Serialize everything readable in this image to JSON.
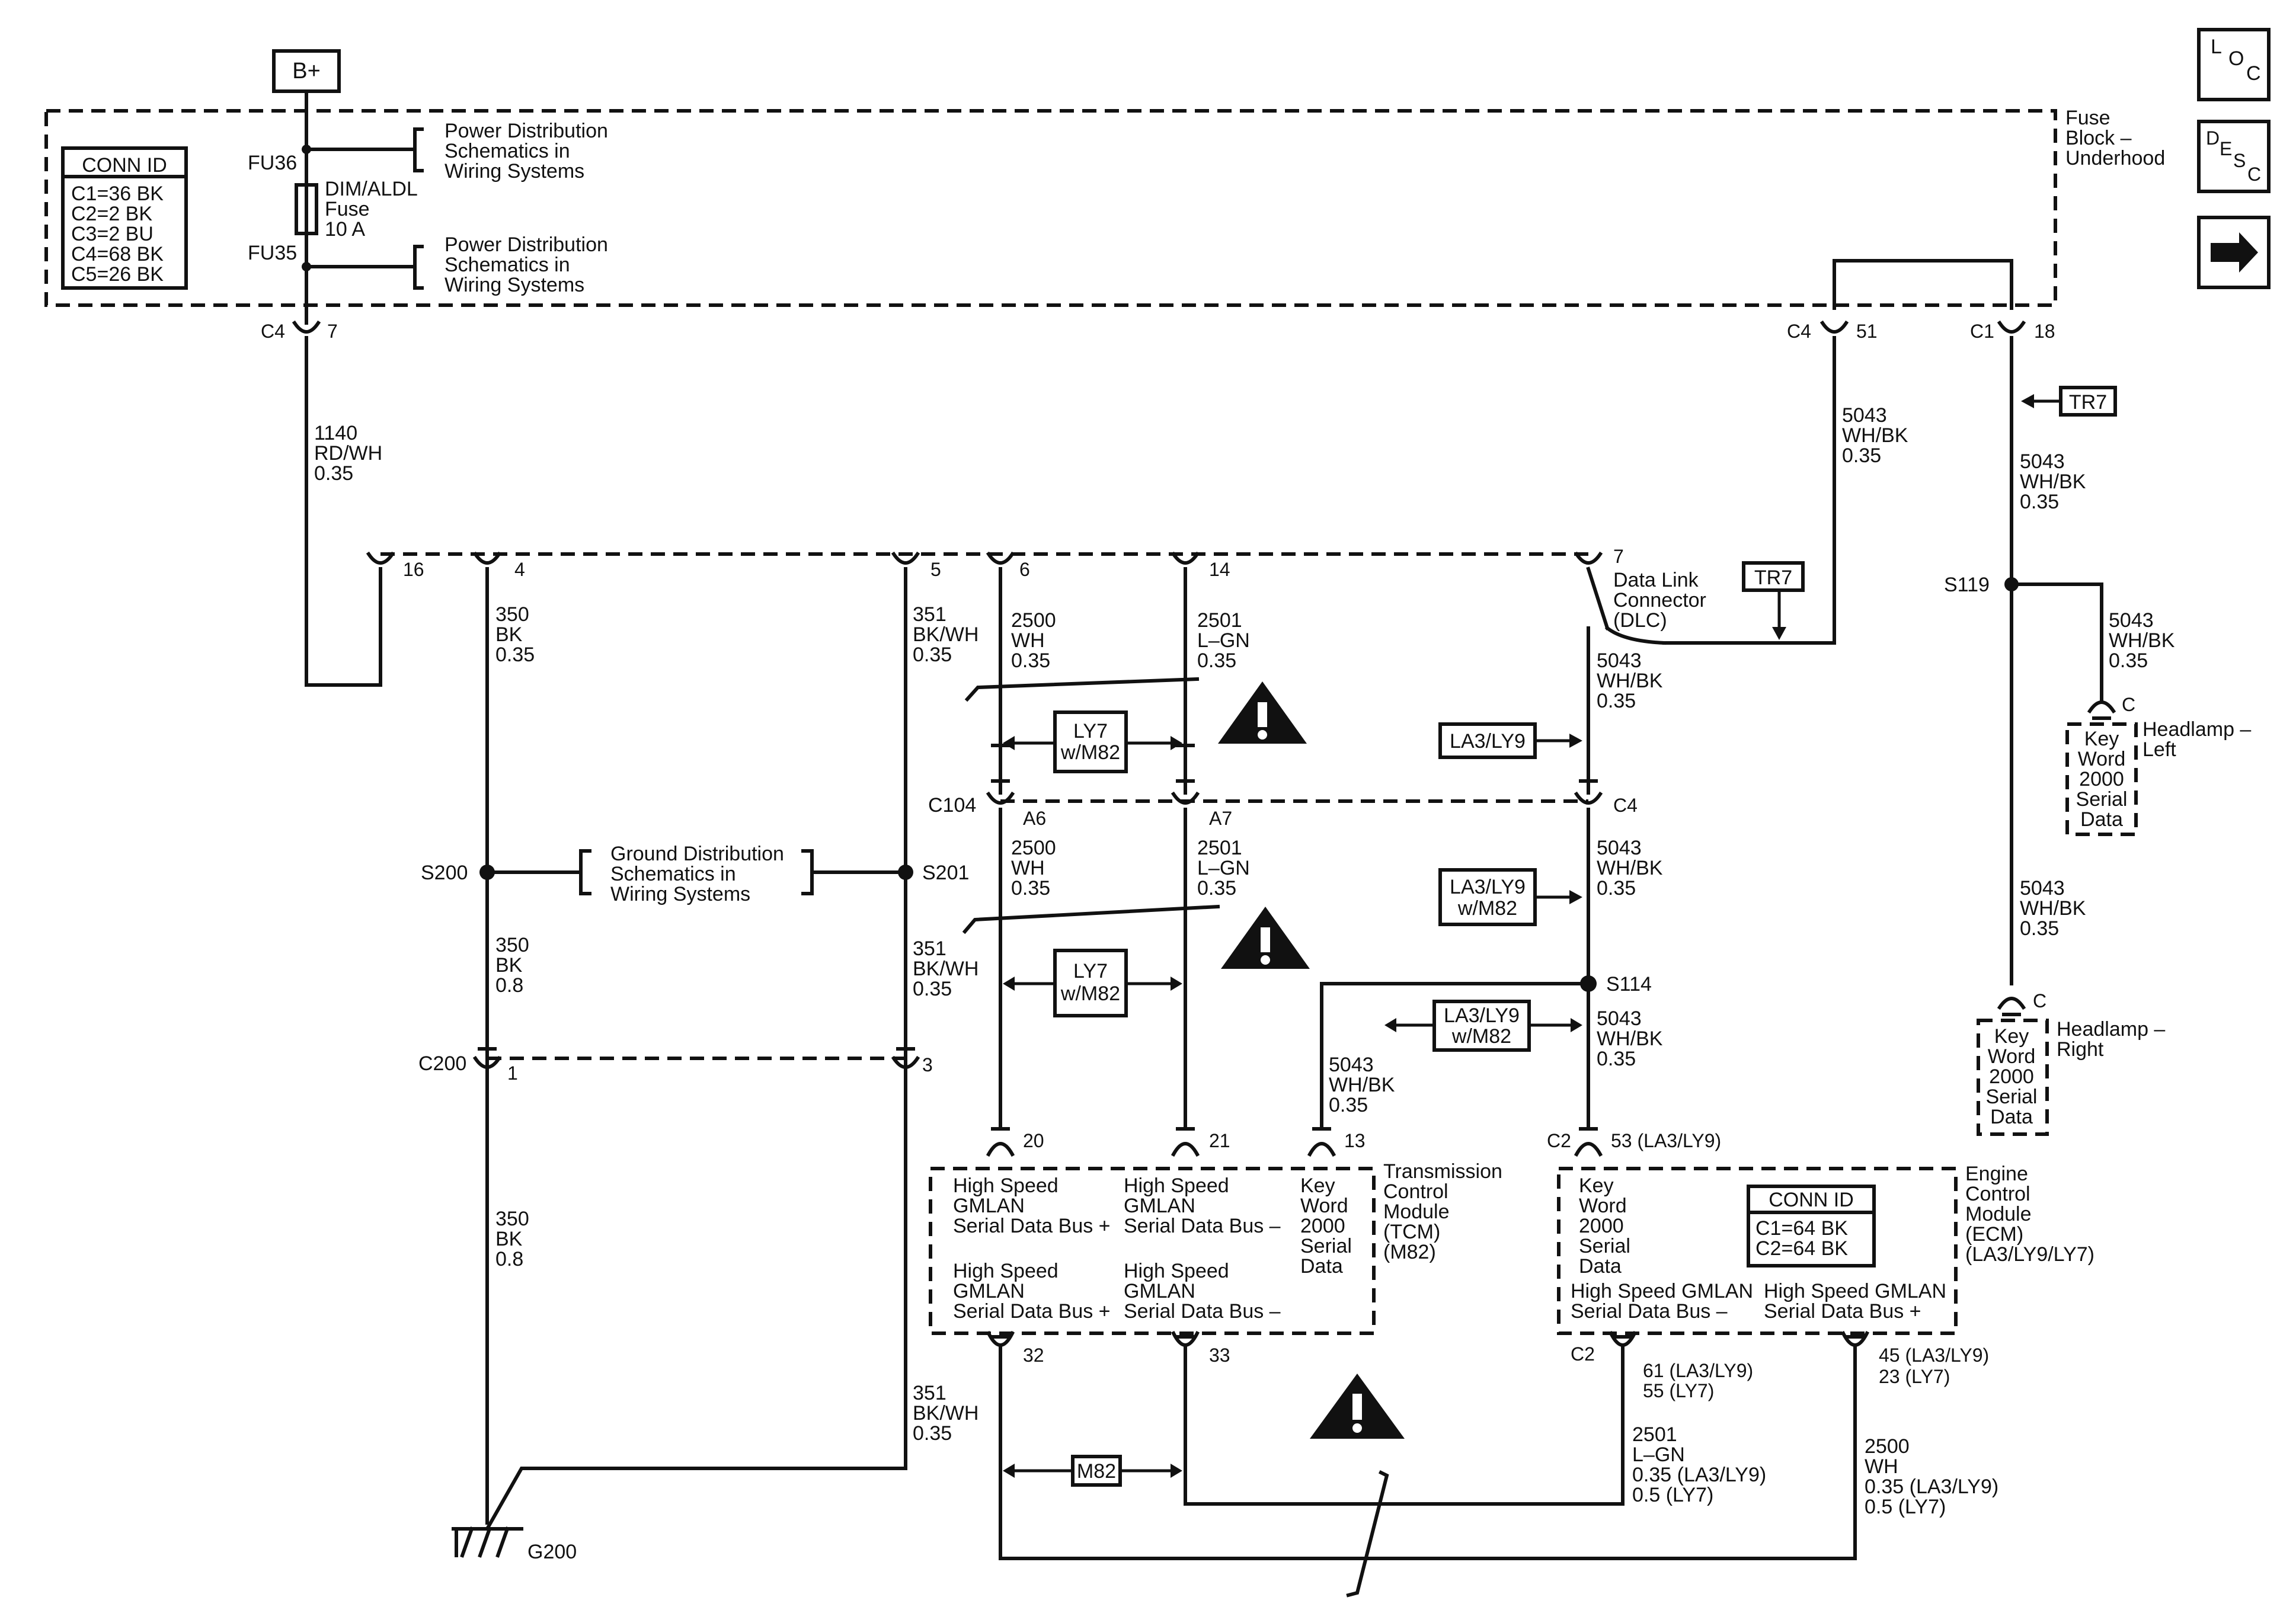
{
  "battery": "B+",
  "fuse_block": {
    "name": [
      "Fuse",
      "Block –",
      "Underhood"
    ],
    "fu36": "FU36",
    "fu35": "FU35",
    "fuse": [
      "DIM/ALDL",
      "Fuse",
      "10 A"
    ],
    "pd_ref_top": [
      "Power Distribution",
      "Schematics in",
      "Wiring Systems"
    ],
    "pd_ref_bottom": [
      "Power Distribution",
      "Schematics in",
      "Wiring Systems"
    ]
  },
  "conn_id_fuse": {
    "title": "CONN ID",
    "rows": [
      "C1=36 BK",
      "C2=2 BK",
      "C3=2 BU",
      "C4=68 BK",
      "C5=26 BK"
    ]
  },
  "side_icons": {
    "loc": [
      "L",
      "O",
      "C"
    ],
    "desc": [
      "D",
      "E",
      "S",
      "C"
    ],
    "next": "next-arrow-icon"
  },
  "fuse_pins": {
    "c4": "C4",
    "c4_7": "7",
    "c4b": "C4",
    "c4_51": "51",
    "c1": "C1",
    "c1_18": "18"
  },
  "wire_1140": [
    "1140",
    "RD/WH",
    "0.35"
  ],
  "wire_5043_a": [
    "5043",
    "WH/BK",
    "0.35"
  ],
  "wire_5043_b": [
    "5043",
    "WH/BK",
    "0.35"
  ],
  "tr7": "TR7",
  "s119": "S119",
  "wire_5043_hl_left": [
    "5043",
    "WH/BK",
    "0.35"
  ],
  "wire_5043_hl_right": [
    "5043",
    "WH/BK",
    "0.35"
  ],
  "headlamp_left": {
    "pin": "C",
    "body": [
      "Key",
      "Word",
      "2000",
      "Serial",
      "Data"
    ],
    "name": [
      "Headlamp –",
      "Left"
    ]
  },
  "headlamp_right": {
    "pin": "C",
    "body": [
      "Key",
      "Word",
      "2000",
      "Serial",
      "Data"
    ],
    "name": [
      "Headlamp –",
      "Right"
    ]
  },
  "dlc": {
    "pins": [
      "16",
      "4",
      "5",
      "6",
      "14",
      "7"
    ],
    "name": [
      "Data Link",
      "Connector",
      "(DLC)"
    ]
  },
  "w350a": [
    "350",
    "BK",
    "0.35"
  ],
  "w351a": [
    "351",
    "BK/WH",
    "0.35"
  ],
  "w2500a": [
    "2500",
    "WH",
    "0.35"
  ],
  "w2501a": [
    "2501",
    "L–GN",
    "0.35"
  ],
  "w5043_dlc": [
    "5043",
    "WH/BK",
    "0.35"
  ],
  "opt_ly7_1": [
    "LY7",
    "w/M82"
  ],
  "opt_la3_1": "LA3/LY9",
  "c104": {
    "name": "C104",
    "a6": "A6",
    "a7": "A7",
    "c4": "C4"
  },
  "w2500b": [
    "2500",
    "WH",
    "0.35"
  ],
  "w2501b": [
    "2501",
    "L–GN",
    "0.35"
  ],
  "w5043_c104": [
    "5043",
    "WH/BK",
    "0.35"
  ],
  "opt_la3_2": [
    "LA3/LY9",
    "w/M82"
  ],
  "gnd_ref": [
    "Ground Distribution",
    "Schematics in",
    "Wiring Systems"
  ],
  "s200": "S200",
  "s201": "S201",
  "s114": "S114",
  "w350b": [
    "350",
    "BK",
    "0.8"
  ],
  "w351b": [
    "351",
    "BK/WH",
    "0.35"
  ],
  "opt_ly7_2": [
    "LY7",
    "w/M82"
  ],
  "opt_la3_3": [
    "LA3/LY9",
    "w/M82"
  ],
  "w5043_s114_ecm": [
    "5043",
    "WH/BK",
    "0.35"
  ],
  "w5043_tcm": [
    "5043",
    "WH/BK",
    "0.35"
  ],
  "c200": {
    "name": "C200",
    "p1": "1",
    "p3": "3"
  },
  "w350c": [
    "350",
    "BK",
    "0.8"
  ],
  "w351c": [
    "351",
    "BK/WH",
    "0.35"
  ],
  "g200": "G200",
  "tcm": {
    "pins_top": [
      "20",
      "21",
      "13"
    ],
    "pins_bottom": [
      "32",
      "33"
    ],
    "c1": [
      "High Speed",
      "GMLAN",
      "Serial Data Bus +"
    ],
    "c2": [
      "High Speed",
      "GMLAN",
      "Serial Data Bus –"
    ],
    "c3": [
      "Key",
      "Word",
      "2000",
      "Serial",
      "Data"
    ],
    "c4": [
      "High Speed",
      "GMLAN",
      "Serial Data Bus +"
    ],
    "c5": [
      "High Speed",
      "GMLAN",
      "Serial Data Bus –"
    ],
    "name": [
      "Transmission",
      "Control",
      "Module",
      "(TCM)",
      "(M82)"
    ]
  },
  "ecm": {
    "c2top": "C2",
    "pin_top": "53 (LA3/LY9)",
    "kw": [
      "Key",
      "Word",
      "2000",
      "Serial",
      "Data"
    ],
    "conn_title": "CONN ID",
    "conn_rows": [
      "C1=64 BK",
      "C2=64 BK"
    ],
    "neg": [
      "High Speed GMLAN",
      "Serial Data Bus –"
    ],
    "pos": [
      "High Speed GMLAN",
      "Serial Data Bus +"
    ],
    "name": [
      "Engine",
      "Control",
      "Module",
      "(ECM)",
      "(LA3/LY9/LY7)"
    ],
    "c2bot": "C2",
    "pin61": [
      "61 (LA3/LY9)",
      "55 (LY7)"
    ],
    "pin45": [
      "45 (LA3/LY9)",
      "23 (LY7)"
    ]
  },
  "w2501_ecm": [
    "2501",
    "L–GN",
    "0.35 (LA3/LY9)",
    "0.5 (LY7)"
  ],
  "w2500_ecm": [
    "2500",
    "WH",
    "0.35 (LA3/LY9)",
    "0.5 (LY7)"
  ],
  "opt_m82": "M82"
}
